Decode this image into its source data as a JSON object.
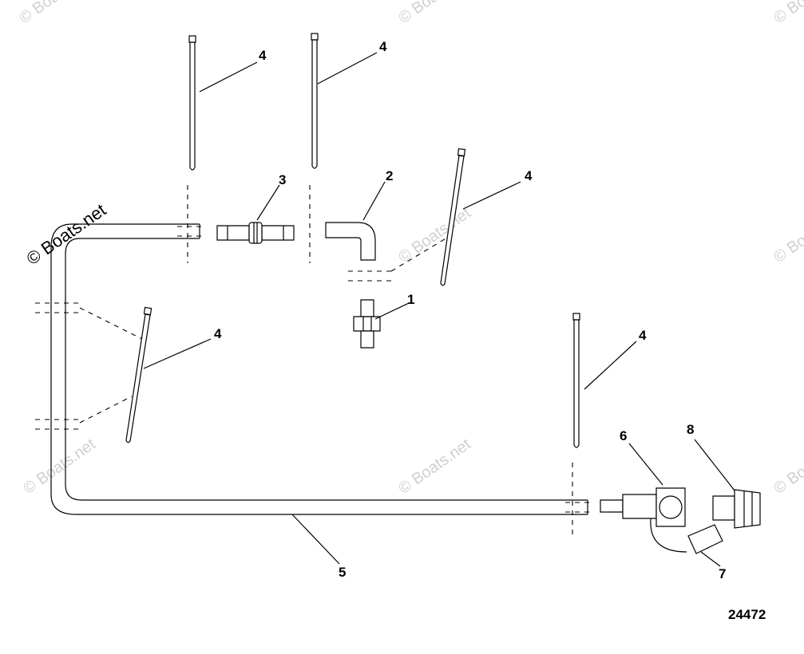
{
  "watermark": {
    "text": "© Boats.net"
  },
  "callouts": [
    {
      "id": "c1",
      "label": "1"
    },
    {
      "id": "c2",
      "label": "2"
    },
    {
      "id": "c3",
      "label": "3"
    },
    {
      "id": "c4a",
      "label": "4"
    },
    {
      "id": "c4b",
      "label": "4"
    },
    {
      "id": "c4c",
      "label": "4"
    },
    {
      "id": "c4d",
      "label": "4"
    },
    {
      "id": "c4e",
      "label": "4"
    },
    {
      "id": "c5",
      "label": "5"
    },
    {
      "id": "c6",
      "label": "6"
    },
    {
      "id": "c7",
      "label": "7"
    },
    {
      "id": "c8",
      "label": "8"
    }
  ],
  "figure_number": "24472"
}
